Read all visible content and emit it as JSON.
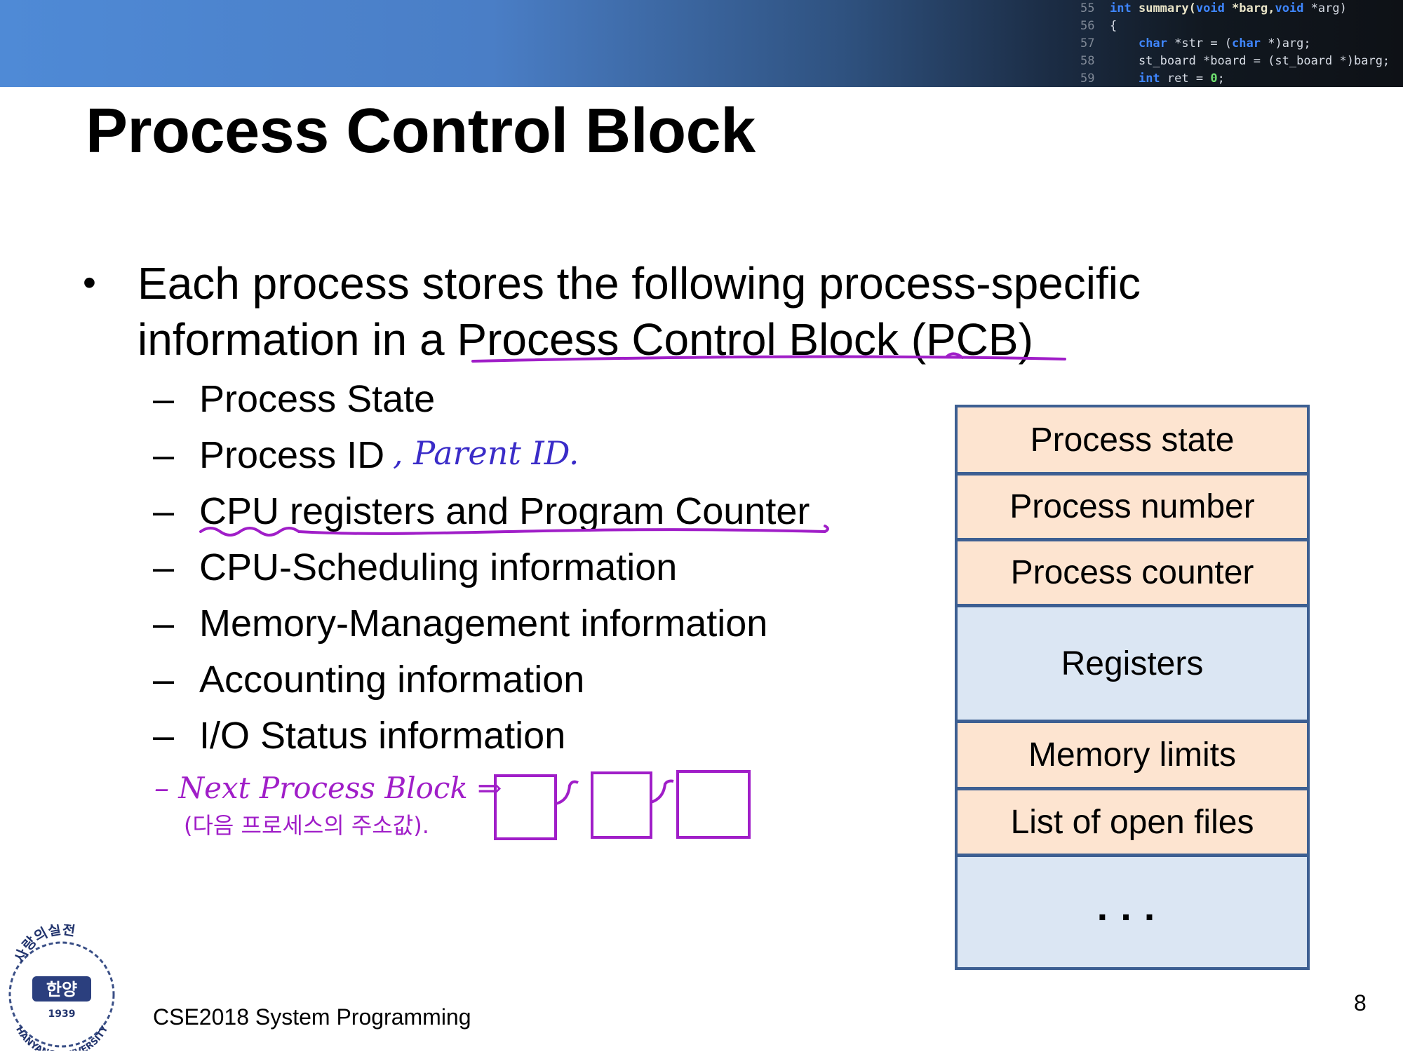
{
  "header": {
    "code_lines": [
      {
        "num": "55",
        "text": "int summary(void *barg,void *arg)"
      },
      {
        "num": "56",
        "text": "{"
      },
      {
        "num": "57",
        "text": "char *str = (char *)arg;"
      },
      {
        "num": "58",
        "text": "st_board *board = (st_board *)barg;"
      },
      {
        "num": "59",
        "text": "int ret = 0;"
      }
    ]
  },
  "slide": {
    "title": "Process Control Block",
    "bullet": {
      "text_before": "Each process stores the following process-specific information in a ",
      "underlined": "Process Control Block (PCB",
      "text_after": ")"
    },
    "dash": "–",
    "items": [
      "Process State",
      "Process ID",
      "CPU registers and Program Counter",
      "CPU-Scheduling information",
      "Memory-Management information",
      "Accounting information",
      "I/O Status information"
    ],
    "handwritten": {
      "parent_id": ", Parent ID.",
      "next_block": "– Next Process Block ⇒",
      "next_block_note": "(다음 프로세스의 주소값)."
    },
    "pcb_table": [
      {
        "label": "Process state",
        "color": "peach"
      },
      {
        "label": "Process number",
        "color": "peach"
      },
      {
        "label": "Process counter",
        "color": "peach"
      },
      {
        "label": "Registers",
        "color": "blue"
      },
      {
        "label": "Memory limits",
        "color": "peach"
      },
      {
        "label": "List of open files",
        "color": "peach"
      },
      {
        "label": "...",
        "color": "blue"
      }
    ],
    "colors": {
      "peach": "#fde4d0",
      "blue": "#dbe6f3",
      "border": "#3d5f92",
      "annotation": "#a01ec8",
      "handwriting": "#3a2cc8"
    },
    "footer": {
      "course": "CSE2018 System Programming",
      "page": "8"
    },
    "logo": {
      "top_text": "사랑의실천",
      "center_text": "한양",
      "year": "1939",
      "bottom_text": "HANYANG UNIVERSITY"
    }
  }
}
